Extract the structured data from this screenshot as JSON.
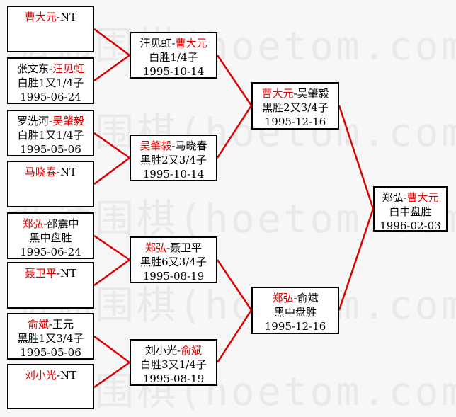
{
  "separator": "-",
  "colors": {
    "accent_red": "#dd0000",
    "line_red": "#dd0000",
    "box_border": "#000000",
    "background": "#f7f7f7",
    "watermark": "#e9e9e9"
  },
  "watermark": {
    "text": "弘通围棋(hoetom.com)"
  },
  "rounds": {
    "r1": [
      {
        "p1": "曹大元",
        "p1_win": true,
        "p2": "NT",
        "p2_win": false,
        "result": "",
        "date": ""
      },
      {
        "p1": "张文东",
        "p1_win": false,
        "p2": "汪见虹",
        "p2_win": true,
        "result": "白胜1又1/4子",
        "date": "1995-06-24"
      },
      {
        "p1": "罗洗河",
        "p1_win": false,
        "p2": "吴肇毅",
        "p2_win": true,
        "result": "白胜1又1/4子",
        "date": "1995-05-06"
      },
      {
        "p1": "马晓春",
        "p1_win": true,
        "p2": "NT",
        "p2_win": false,
        "result": "",
        "date": ""
      },
      {
        "p1": "郑弘",
        "p1_win": true,
        "p2": "邵震中",
        "p2_win": false,
        "result": "黑中盘胜",
        "date": "1995-06-24"
      },
      {
        "p1": "聂卫平",
        "p1_win": true,
        "p2": "NT",
        "p2_win": false,
        "result": "",
        "date": ""
      },
      {
        "p1": "俞斌",
        "p1_win": true,
        "p2": "王元",
        "p2_win": false,
        "result": "黑胜1又3/4子",
        "date": "1995-05-06"
      },
      {
        "p1": "刘小光",
        "p1_win": true,
        "p2": "NT",
        "p2_win": false,
        "result": "",
        "date": ""
      }
    ],
    "r2": [
      {
        "p1": "汪见虹",
        "p1_win": false,
        "p2": "曹大元",
        "p2_win": true,
        "result": "白胜1/4子",
        "date": "1995-10-14"
      },
      {
        "p1": "吴肇毅",
        "p1_win": true,
        "p2": "马晓春",
        "p2_win": false,
        "result": "黑胜2又3/4子",
        "date": "1995-10-14"
      },
      {
        "p1": "郑弘",
        "p1_win": true,
        "p2": "聂卫平",
        "p2_win": false,
        "result": "黑胜6又3/4子",
        "date": "1995-08-19"
      },
      {
        "p1": "刘小光",
        "p1_win": false,
        "p2": "俞斌",
        "p2_win": true,
        "result": "白胜3又1/4子",
        "date": "1995-08-19"
      }
    ],
    "r3": [
      {
        "p1": "曹大元",
        "p1_win": true,
        "p2": "吴肇毅",
        "p2_win": false,
        "result": "黑胜2又3/4子",
        "date": "1995-12-16"
      },
      {
        "p1": "郑弘",
        "p1_win": true,
        "p2": "俞斌",
        "p2_win": false,
        "result": "黑中盘胜",
        "date": "1995-12-16"
      }
    ],
    "final": {
      "p1": "郑弘",
      "p1_win": false,
      "p2": "曹大元",
      "p2_win": true,
      "result": "白中盘胜",
      "date": "1996-02-03"
    }
  }
}
